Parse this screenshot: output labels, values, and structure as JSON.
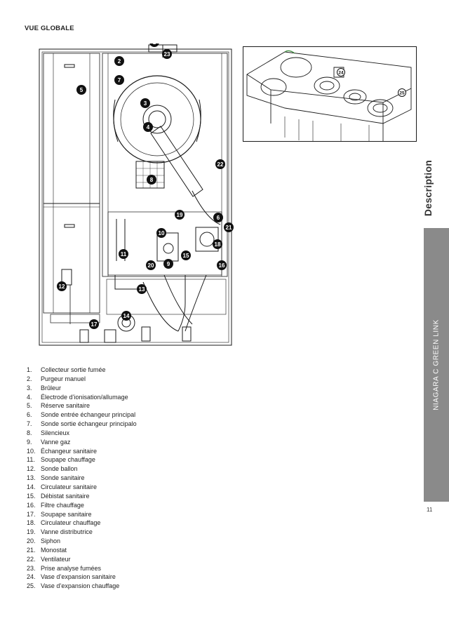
{
  "section_title": "VUE GLOBALE",
  "side_title": "Description",
  "side_tab_label": "NIAGARA C GREEN LINK",
  "page_number": "11",
  "callouts": [
    "1",
    "2",
    "3",
    "4",
    "5",
    "6",
    "7",
    "8",
    "9",
    "10",
    "11",
    "12",
    "13",
    "14",
    "15",
    "16",
    "17",
    "18",
    "19",
    "20",
    "21",
    "22",
    "23"
  ],
  "detail_callouts": [
    "24",
    "25"
  ],
  "legend": [
    {
      "num": "1.",
      "label": "Collecteur sortie fumée"
    },
    {
      "num": "2.",
      "label": "Purgeur manuel"
    },
    {
      "num": "3.",
      "label": "Brûleur"
    },
    {
      "num": "4.",
      "label": "Électrode d’ionisation/allumage"
    },
    {
      "num": "5.",
      "label": "Réserve sanitaire"
    },
    {
      "num": "6.",
      "label": "Sonde entrée échangeur principal"
    },
    {
      "num": "7.",
      "label": "Sonde sortie échangeur principalo"
    },
    {
      "num": "8.",
      "label": "Silencieux"
    },
    {
      "num": "9.",
      "label": "Vanne gaz"
    },
    {
      "num": "10.",
      "label": "Échangeur sanitaire"
    },
    {
      "num": "11.",
      "label": "Soupape chauffage"
    },
    {
      "num": "12.",
      "label": "Sonde ballon"
    },
    {
      "num": "13.",
      "label": "Sonde sanitaire"
    },
    {
      "num": "14.",
      "label": "Circulateur sanitaire"
    },
    {
      "num": "15.",
      "label": "Débistat sanitaire"
    },
    {
      "num": "16.",
      "label": "Filtre chauffage"
    },
    {
      "num": "17.",
      "label": "Soupape sanitaire"
    },
    {
      "num": "18.",
      "label": "Circulateur chauffage"
    },
    {
      "num": "19.",
      "label": "Vanne distributrice"
    },
    {
      "num": "20.",
      "label": "Siphon"
    },
    {
      "num": "21.",
      "label": "Monostat"
    },
    {
      "num": "22.",
      "label": "Ventilateur"
    },
    {
      "num": "23.",
      "label": "Prise analyse fumées"
    },
    {
      "num": "24.",
      "label": "Vase d’expansion sanitaire"
    },
    {
      "num": "25.",
      "label": "Vase d’expansion chauffage"
    }
  ]
}
